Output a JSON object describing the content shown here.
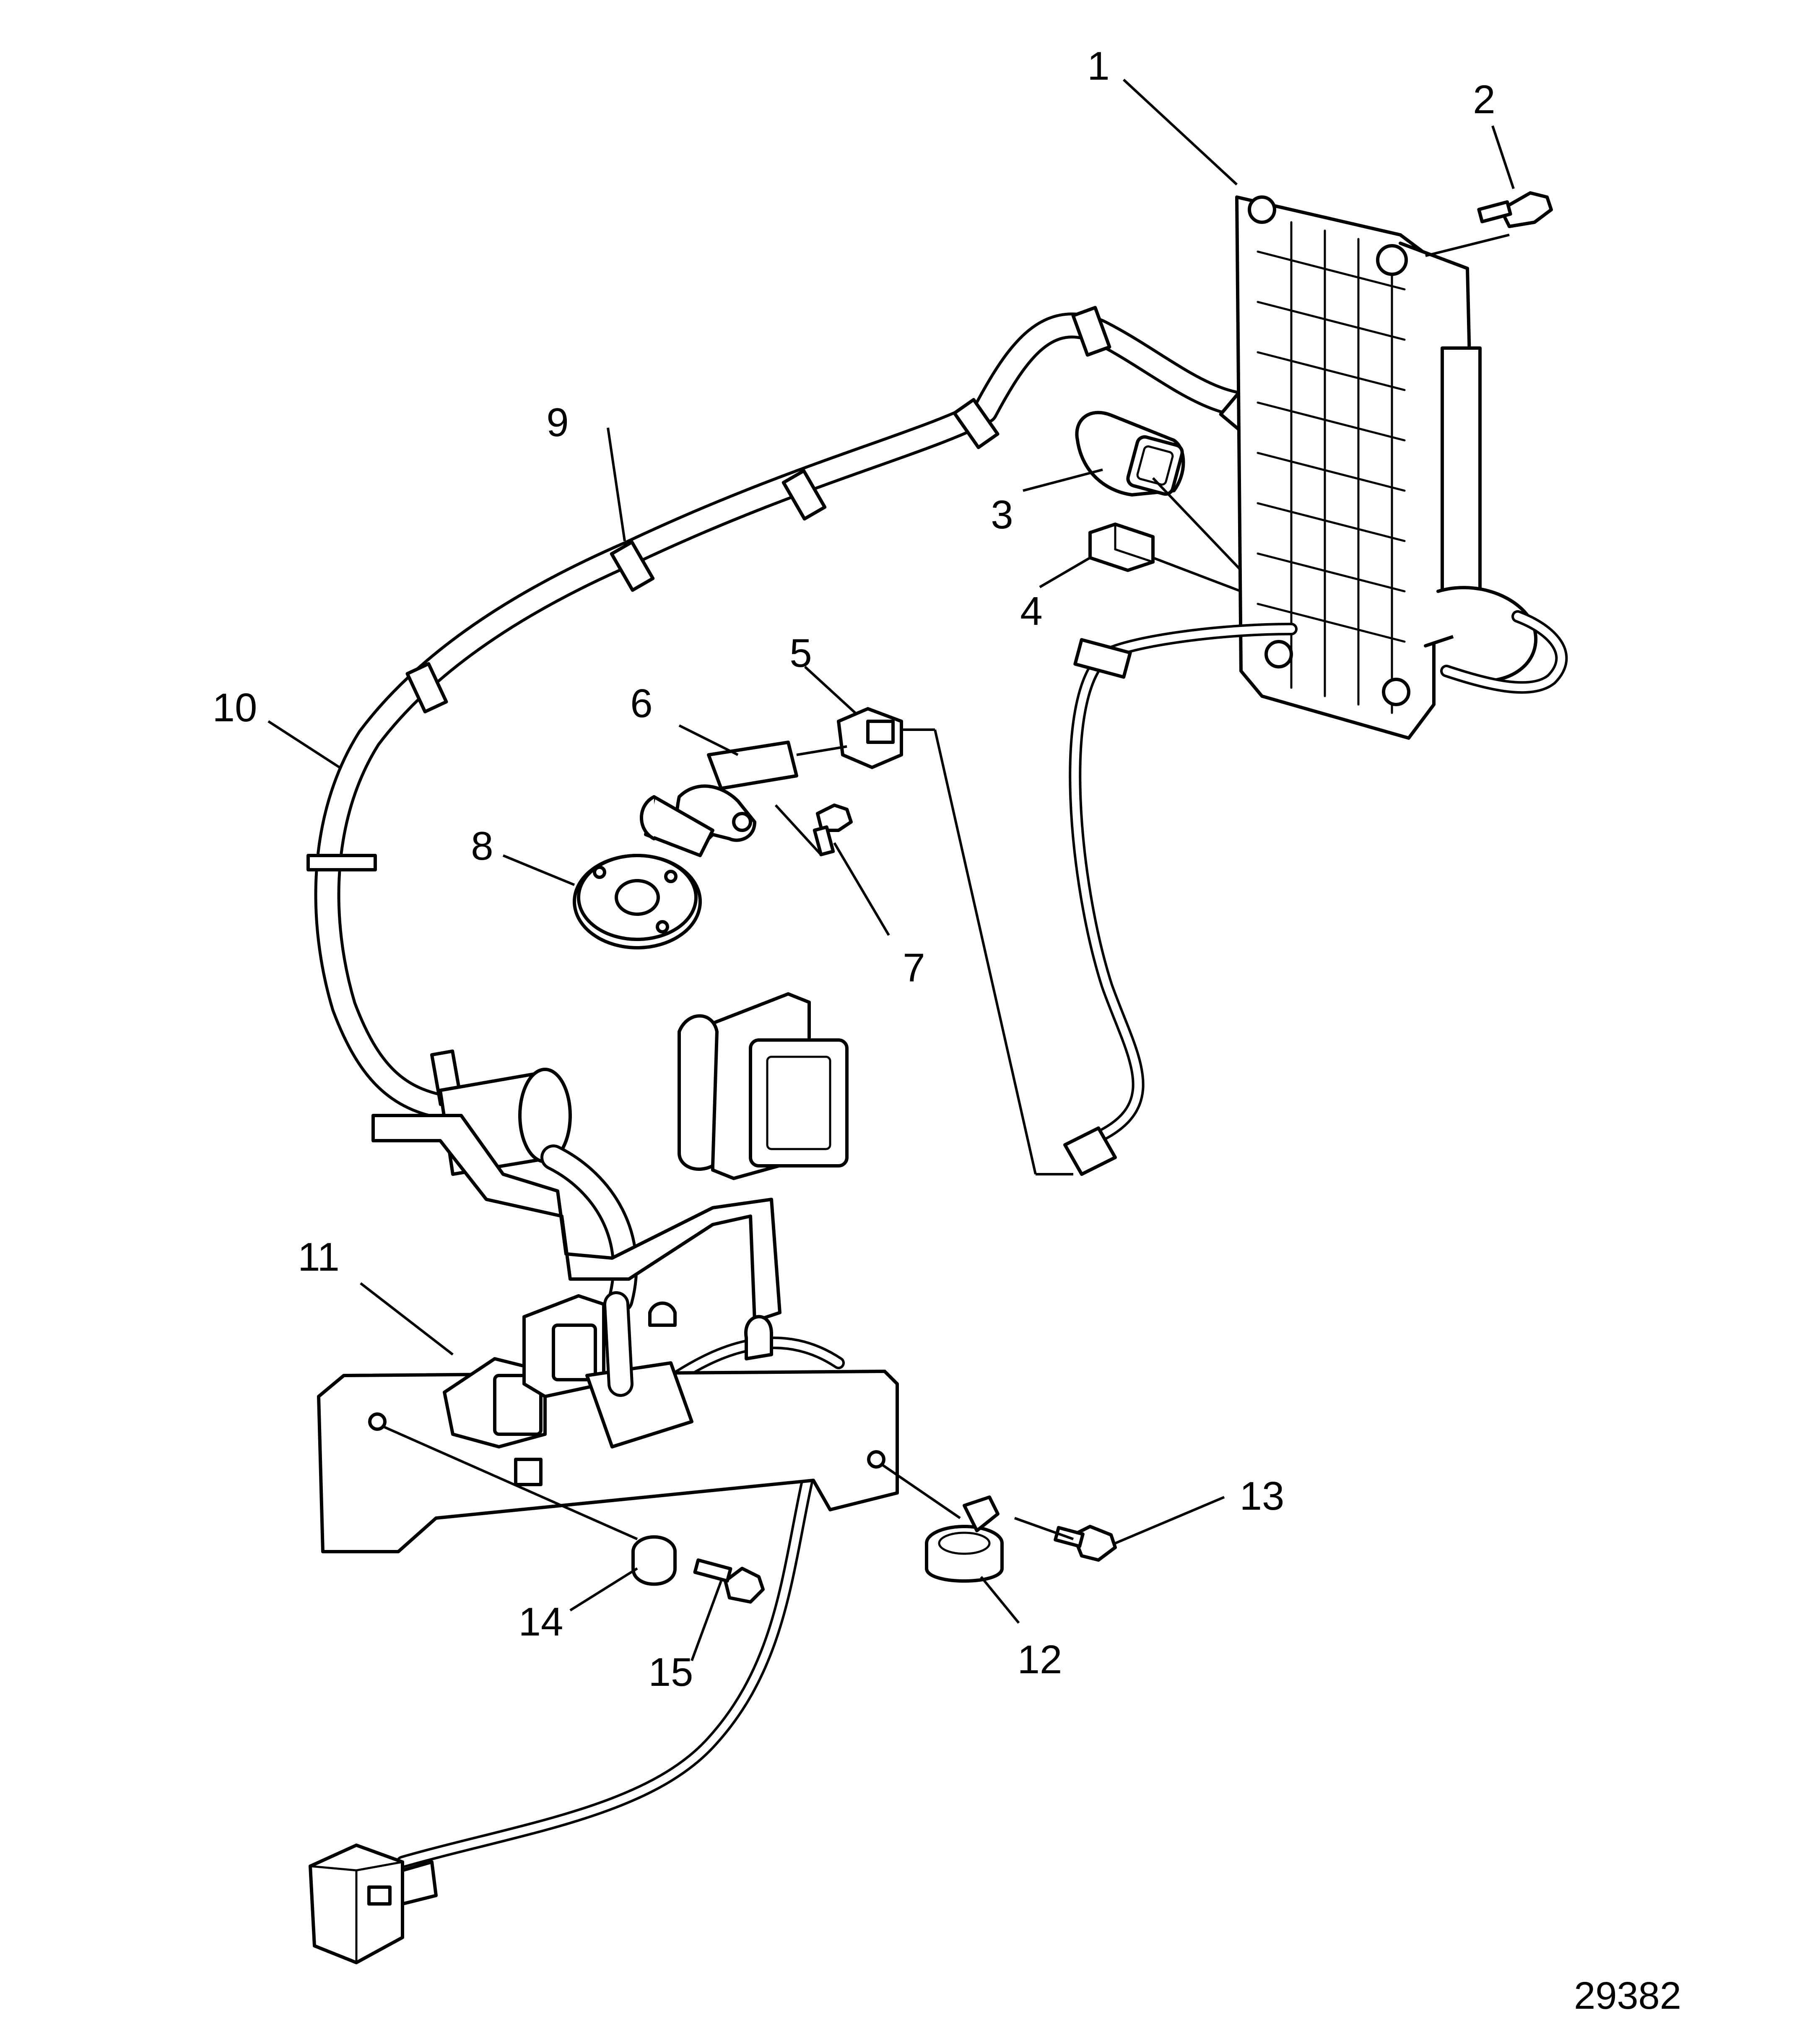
{
  "figure_id": "29382",
  "callouts": [
    {
      "n": "1"
    },
    {
      "n": "2"
    },
    {
      "n": "3"
    },
    {
      "n": "4"
    },
    {
      "n": "5"
    },
    {
      "n": "6"
    },
    {
      "n": "7"
    },
    {
      "n": "8"
    },
    {
      "n": "9"
    },
    {
      "n": "10"
    },
    {
      "n": "11"
    },
    {
      "n": "12"
    },
    {
      "n": "13"
    },
    {
      "n": "14"
    },
    {
      "n": "15"
    }
  ],
  "colors": {
    "ink": "#000000",
    "paper": "#ffffff"
  }
}
